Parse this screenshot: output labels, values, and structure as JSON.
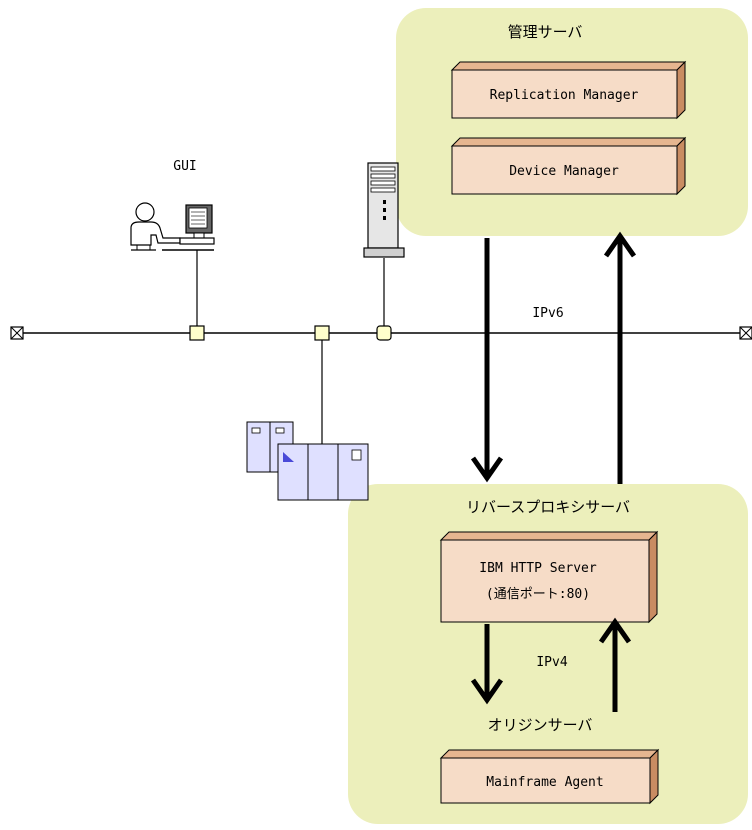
{
  "management_server": {
    "title": "管理サーバ",
    "components": [
      "Replication Manager",
      "Device Manager"
    ]
  },
  "gui_label": "GUI",
  "network": {
    "ipv6_label": "IPv6",
    "ipv4_label": "IPv4"
  },
  "reverse_proxy_server": {
    "title": "リバースプロキシサーバ",
    "component_line1": "IBM HTTP Server",
    "component_line2": "(通信ポート:80)"
  },
  "origin_server": {
    "title": "オリジンサーバ",
    "component": "Mainframe Agent"
  },
  "colors": {
    "zone_fill": "#ecefbb",
    "box_front": "#f6dcc7",
    "box_side": "#c98c62",
    "box_top": "#e6b690",
    "connector": "#ffffcc",
    "storage": "#dfe0ff"
  }
}
